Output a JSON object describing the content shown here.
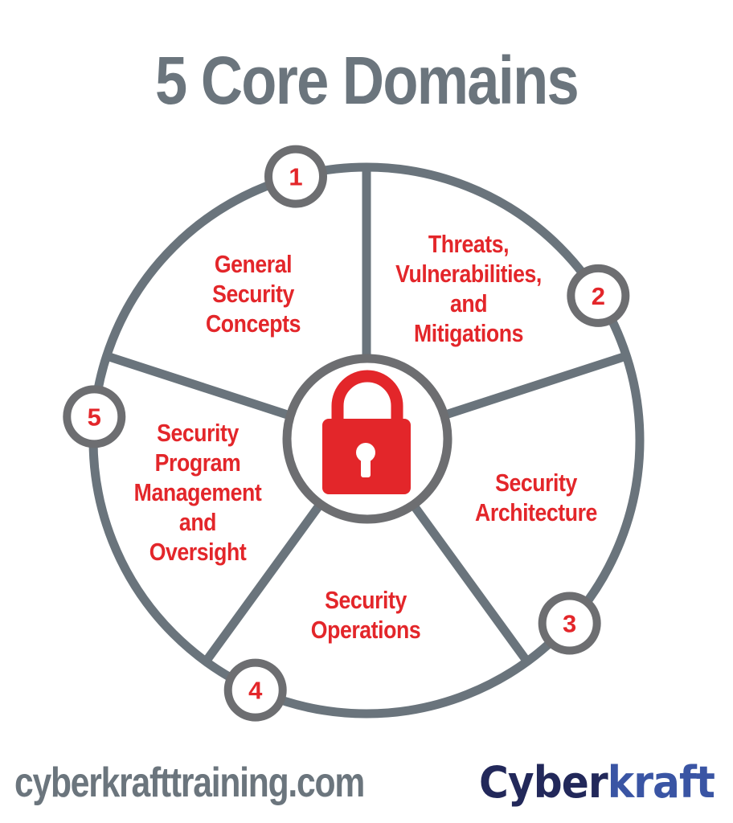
{
  "title": "5 Core Domains",
  "colors": {
    "ring": "#6a747c",
    "badge_ring": "#6d6e71",
    "accent_red": "#e3262a",
    "title_gray": "#6b757d",
    "brand_navy": "#22285a",
    "brand_blue": "#3a55a4"
  },
  "center_icon": "padlock-icon",
  "domains": [
    {
      "number": "1",
      "lines": [
        "General",
        "Security",
        "Concepts"
      ]
    },
    {
      "number": "2",
      "lines": [
        "Threats,",
        "Vulnerabilities,",
        "and",
        "Mitigations"
      ]
    },
    {
      "number": "3",
      "lines": [
        "Security",
        "Architecture"
      ]
    },
    {
      "number": "4",
      "lines": [
        "Security",
        "Operations"
      ]
    },
    {
      "number": "5",
      "lines": [
        "Security",
        "Program",
        "Management",
        "and",
        "Oversight"
      ]
    }
  ],
  "footer": {
    "url": "cyberkrafttraining.com",
    "brand_part1": "Cyber",
    "brand_part2": "kraft"
  }
}
